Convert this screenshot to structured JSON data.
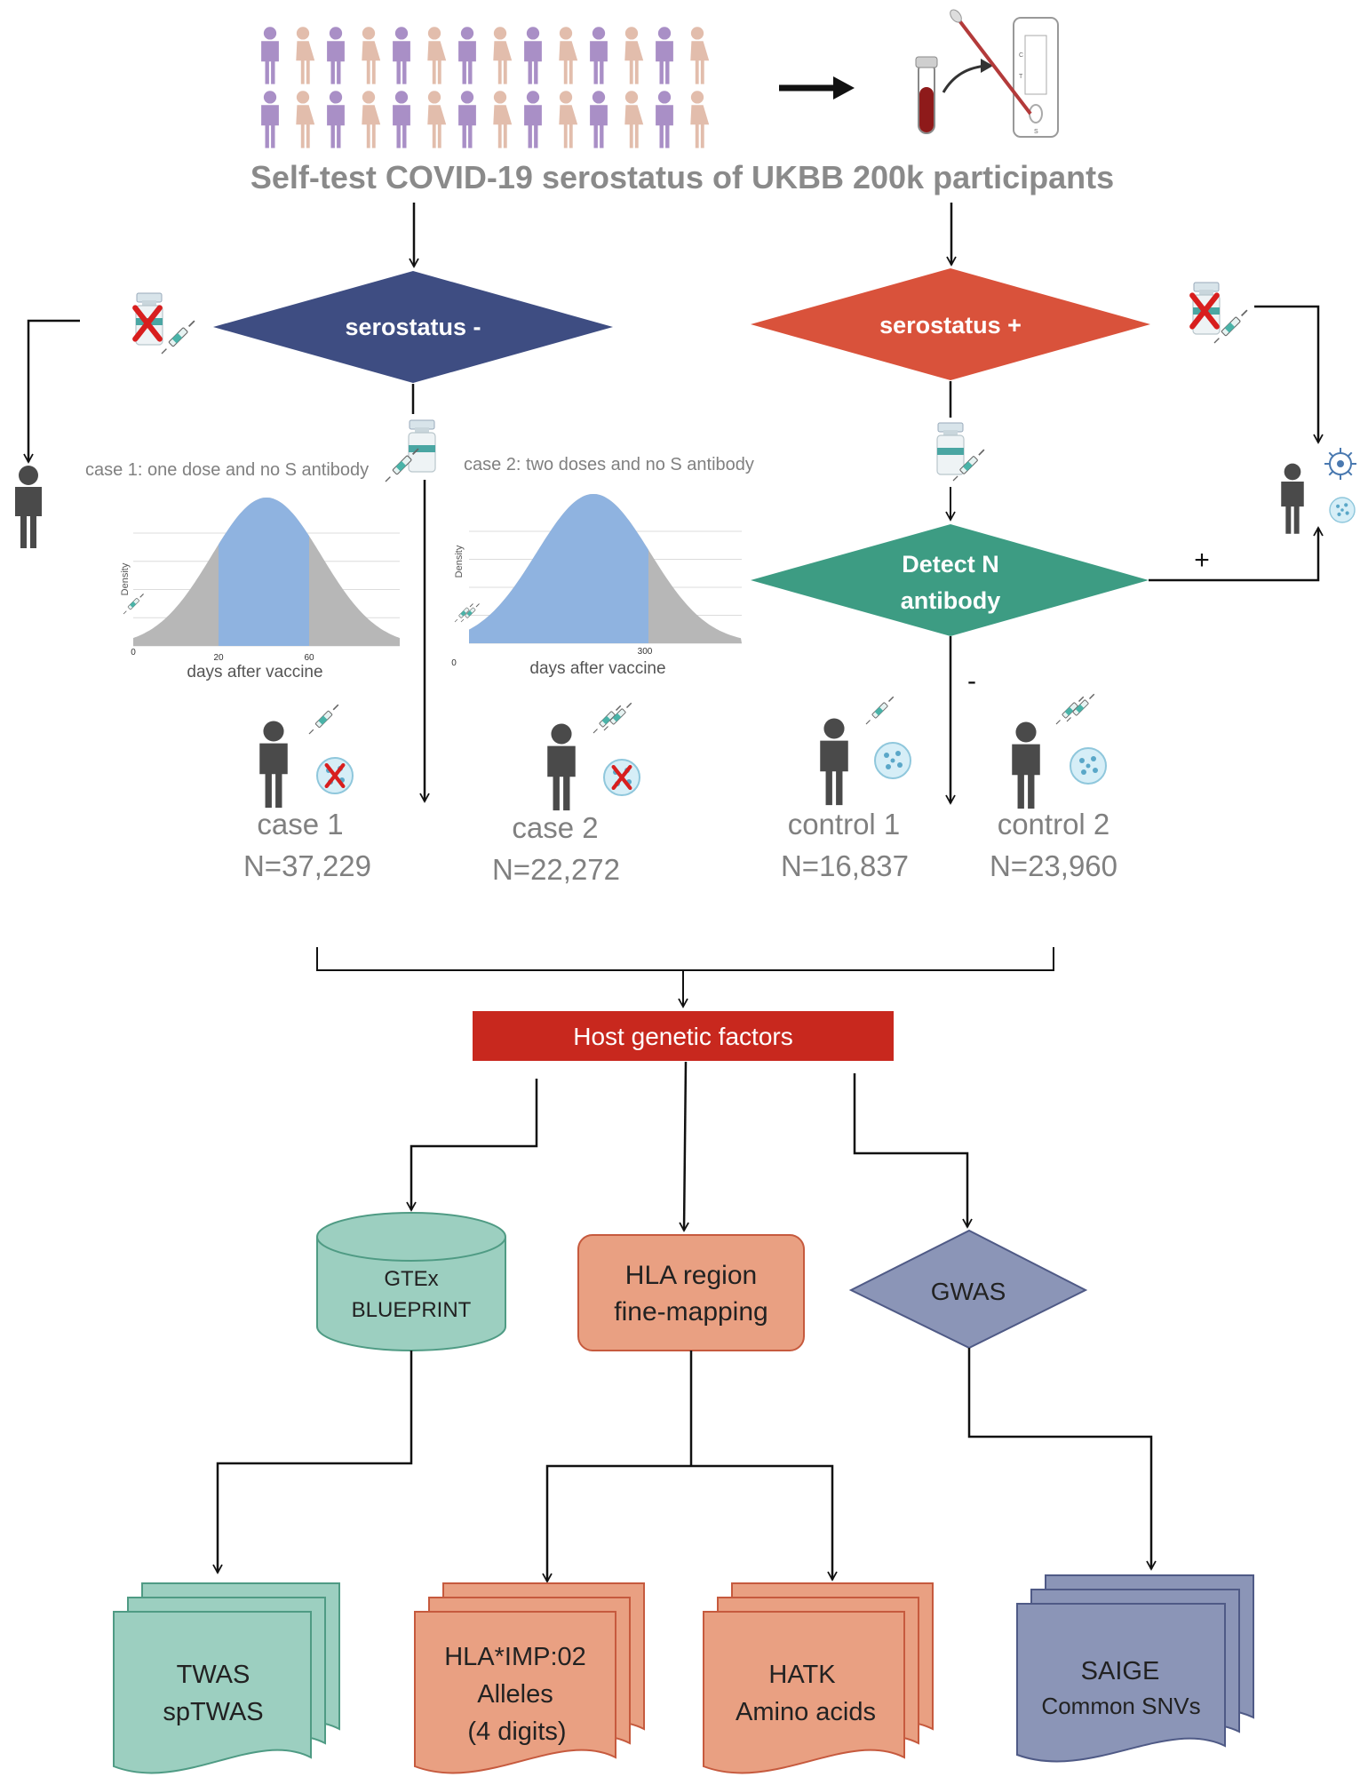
{
  "title": "Self-test COVID-19 serostatus of UKBB 200k participants",
  "test_kit_letters": {
    "c": "C",
    "t": "T",
    "s": "S"
  },
  "decisions": {
    "negative": "serostatus -",
    "positive": "serostatus +",
    "detect_n_line1": "Detect N",
    "detect_n_line2": "antibody",
    "plus_sign": "+",
    "minus_sign": "-"
  },
  "case1": {
    "caption": "case 1: one dose and no S antibody",
    "ylabel": "Density",
    "xlabel": "days after vaccine",
    "label": "case 1",
    "n": "N=37,229"
  },
  "case2": {
    "caption": "case 2: two doses and no S antibody",
    "ylabel": "Density",
    "xlabel": "days after vaccine",
    "label": "case 2",
    "n": "N=22,272"
  },
  "control1": {
    "label": "control 1",
    "n": "N=16,837"
  },
  "control2": {
    "label": "control 2",
    "n": "N=23,960"
  },
  "chart_data": [
    {
      "type": "area",
      "description_source": "case 1 density panel",
      "x_ticks": [
        "0",
        "20",
        "60"
      ],
      "xlabel": "days after vaccine",
      "ylabel": "Density",
      "highlight_range": [
        20,
        60
      ],
      "colors": {
        "highlight": "#8fb3e0",
        "tail": "#b7b7b7"
      }
    },
    {
      "type": "area",
      "description_source": "case 2 density panel",
      "x_ticks": [
        "0",
        "300"
      ],
      "xlabel": "days after vaccine",
      "ylabel": "Density",
      "highlight_range": [
        0,
        300
      ],
      "colors": {
        "highlight": "#8fb3e0",
        "tail": "#b7b7b7"
      }
    }
  ],
  "host": {
    "label": "Host genetic factors"
  },
  "methods": {
    "gtex_line1": "GTEx",
    "gtex_line2": "BLUEPRINT",
    "hla_line1": "HLA region",
    "hla_line2": "fine-mapping",
    "gwas": "GWAS"
  },
  "outputs": {
    "twas_line1": "TWAS",
    "twas_line2": "spTWAS",
    "hlaimp_line1": "HLA*IMP:02",
    "hlaimp_line2": "Alleles",
    "hlaimp_line3": "(4 digits)",
    "hatk_line1": "HATK",
    "hatk_line2": "Amino acids",
    "saige_line1": "SAIGE",
    "saige_line2": "Common SNVs"
  },
  "colors": {
    "negative_diamond": "#3e4d82",
    "positive_diamond": "#d9523b",
    "detect_diamond": "#3d9c83",
    "host_bar": "#c8281e",
    "gtex_fill": "#9ccfc0",
    "hla_fill": "#e9a082",
    "gwas_fill": "#8b95b7",
    "male_figure": "#a98fc6",
    "female_figure": "#e2bdac",
    "person_dark": "#4a4a4a",
    "curve_blue": "#8fb3e0",
    "curve_grey": "#b7b7b7",
    "red_x": "#d81e1e"
  },
  "icons": [
    "male-figure-icon",
    "female-figure-icon",
    "blood-tube-icon",
    "test-kit-icon",
    "vaccine-vial-icon",
    "syringe-icon",
    "person-icon",
    "virus-icon",
    "antibody-circle-icon"
  ]
}
